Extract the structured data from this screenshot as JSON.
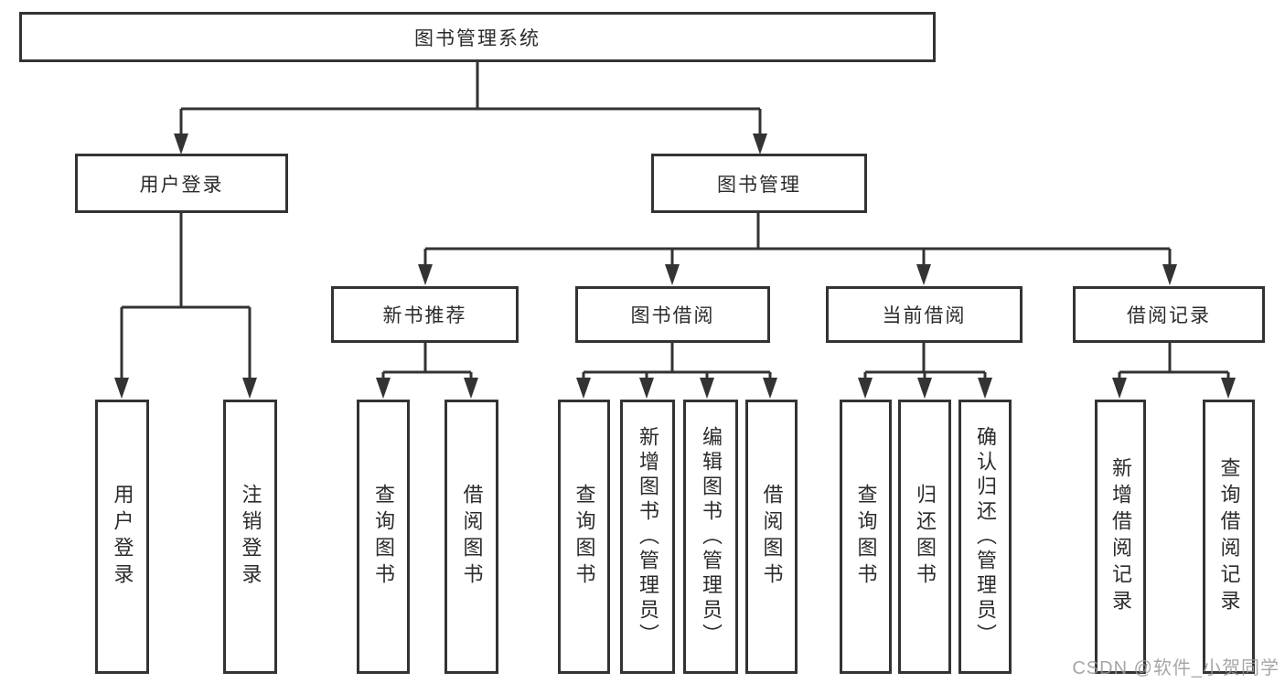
{
  "nodes": {
    "root": "图书管理系统",
    "l2": [
      "用户登录",
      "图书管理"
    ],
    "l3": [
      "新书推荐",
      "图书借阅",
      "当前借阅",
      "借阅记录"
    ],
    "leaves_a": [
      "用户登录",
      "注销登录"
    ],
    "leaves_b": [
      "查询图书",
      "借阅图书"
    ],
    "leaves_c": [
      "查询图书",
      "新增图书（管理员）",
      "编辑图书（管理员）",
      "借阅图书"
    ],
    "leaves_d": [
      "查询图书",
      "归还图书",
      "确认归还（管理员）"
    ],
    "leaves_e": [
      "新增借阅记录",
      "查询借阅记录"
    ]
  },
  "colors": {
    "line": "#333333",
    "text": "#2b2b2b",
    "background": "#ffffff",
    "watermark": "#969696"
  },
  "watermark": {
    "text": "CSDN @软件_小贺同学"
  }
}
